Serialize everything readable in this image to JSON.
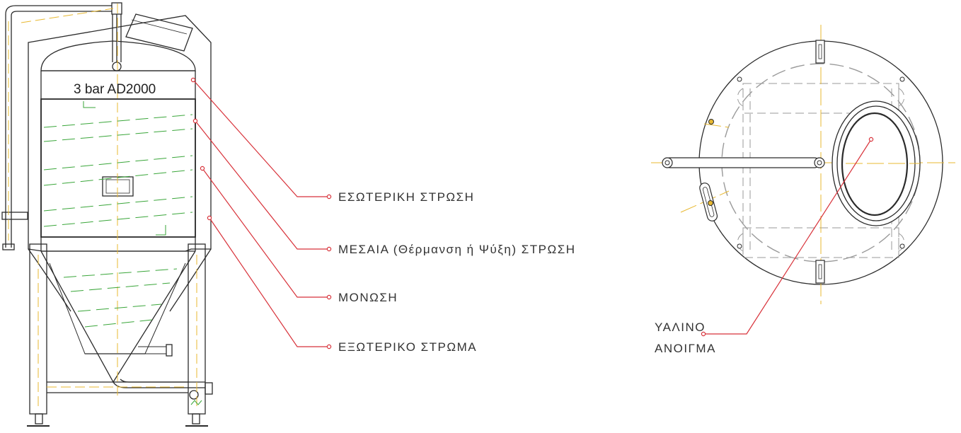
{
  "tank": {
    "pressure_rating": "3 bar AD2000"
  },
  "layer_labels": {
    "inner": "ΕΣΩΤΕΡΙΚΗ ΣΤΡΩΣΗ",
    "middle": "ΜΕΣΑΙΑ (Θέρμανση ή Ψύξη) ΣΤΡΩΣΗ",
    "insulation": "ΜΟΝΩΣΗ",
    "outer": "ΕΞΩΤΕΡΙΚΟ ΣΤΡΩΜΑ"
  },
  "top_view": {
    "opening_label_line1": "ΥΑΛΙΝΟ",
    "opening_label_line2": "ΑΝΟΙΓΜΑ"
  },
  "colors": {
    "outline": "#2b2b2b",
    "leader": "#d8323a",
    "centerline": "#e8b830",
    "coil": "#3aa63a",
    "hidden": "#9a9a9a"
  }
}
